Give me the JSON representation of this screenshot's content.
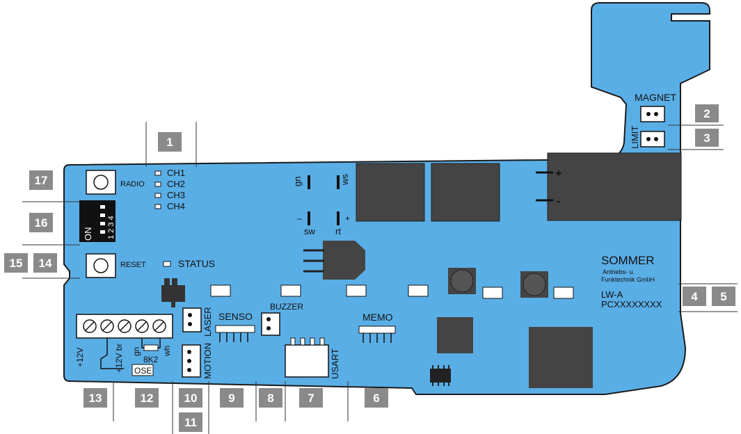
{
  "colors": {
    "board": "#5aaee6",
    "outline": "#1a1a1a",
    "badge": "#8a8a8a",
    "chip": "#444444"
  },
  "board": {
    "brand": "SOMMER",
    "company_line1": "Antriebs- u.",
    "company_line2": "Funktechnik GmbH",
    "model": "LW-A",
    "serial": "PCXXXXXXXX"
  },
  "labels": {
    "radio": "RADIO",
    "ch1": "CH1",
    "ch2": "CH2",
    "ch3": "CH3",
    "ch4": "CH4",
    "dip_on": "ON",
    "dip_numbers": "1 2 3 4",
    "reset": "RESET",
    "status": "STATUS",
    "magnet": "MAGNET",
    "limit": "LIMIT",
    "plus": "+",
    "minus": "-",
    "gn_top": "gn",
    "ws": "ws",
    "sw": "sw",
    "rt": "rt",
    "rt_plus": "+",
    "sw_minus": "–",
    "laser": "LASER",
    "motion": "MOTION",
    "senso": "SENSO",
    "buzzer": "BUZZER",
    "memo": "MEMO",
    "usart": "USART",
    "plus12v_left": "+12V",
    "plus12v_br": "+12V br",
    "gn": "gn",
    "wh": "wh",
    "r8k2": "8K2",
    "ose": "OSE"
  },
  "callouts": {
    "n1": "1",
    "n2": "2",
    "n3": "3",
    "n4": "4",
    "n5": "5",
    "n6": "6",
    "n7": "7",
    "n8": "8",
    "n9": "9",
    "n10": "10",
    "n11": "11",
    "n12": "12",
    "n13": "13",
    "n14": "14",
    "n15": "15",
    "n16": "16",
    "n17": "17"
  }
}
